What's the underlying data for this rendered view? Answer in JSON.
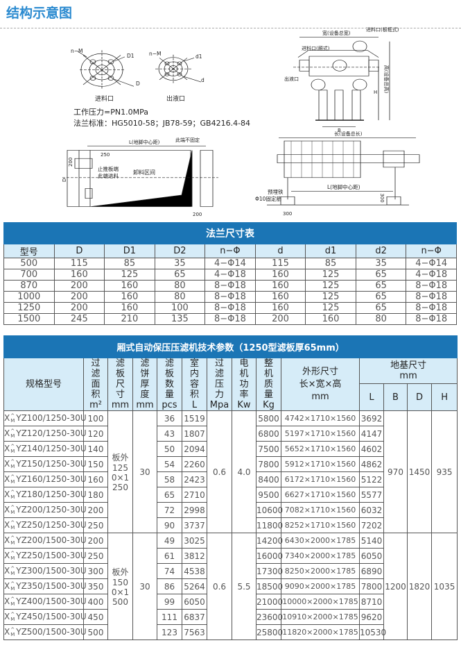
{
  "title": "结构示意图",
  "diagram": {
    "flange_in": {
      "label": "进料口",
      "nm": "n−M",
      "d1": "D1",
      "d": "D"
    },
    "flange_out": {
      "label": "出液口",
      "nm": "n−M",
      "d1": "d1",
      "d": "d"
    },
    "pressure": "工作压力=PN1.0MPa",
    "standard": "法兰标准：HG5010-58；JB78-59；GB4216.4-84",
    "side": {
      "width": "宽(设备总宽)",
      "inlet_frame": "进料口(板框式)",
      "inlet_plate": "进料口(厢式)",
      "outlet": "出液口",
      "height": "高(设备总高)",
      "h": "H",
      "b": "B"
    },
    "plan": {
      "l": "L(地脚中心距)",
      "not_fixed": "此端不固定",
      "d250": "250",
      "d200": "200",
      "d200b": "200",
      "dD": "D",
      "stop": "止推板端",
      "feed": "此端进料",
      "unload": "卸料区间"
    },
    "front": {
      "length": "长(设备总长)",
      "l": "L(地脚中心距)",
      "bolt": "预埋铁",
      "anchor": "Φ10固定筋",
      "d300": "300",
      "d300b": "300"
    }
  },
  "flange_table": {
    "caption": "法兰尺寸表",
    "headers": [
      "型号",
      "D",
      "D1",
      "D2",
      "n−Φ",
      "d",
      "d1",
      "d2",
      "n−Φ"
    ],
    "rows": [
      [
        "500",
        "115",
        "85",
        "35",
        "4−Φ14",
        "115",
        "85",
        "35",
        "4−Φ14"
      ],
      [
        "700",
        "160",
        "125",
        "65",
        "4−Φ18",
        "160",
        "125",
        "65",
        "4−Φ18"
      ],
      [
        "870",
        "200",
        "160",
        "80",
        "8−Φ18",
        "160",
        "125",
        "65",
        "8−Φ18"
      ],
      [
        "1000",
        "200",
        "160",
        "80",
        "8−Φ18",
        "160",
        "125",
        "65",
        "8−Φ18"
      ],
      [
        "1250",
        "200",
        "160",
        "100",
        "8−Φ18",
        "160",
        "125",
        "65",
        "8−Φ18"
      ],
      [
        "1500",
        "245",
        "210",
        "135",
        "8−Φ18",
        "200",
        "160",
        "80",
        "8−Φ18"
      ]
    ]
  },
  "spec_table": {
    "caption": "厢式自动保压压滤机技术参数（1250型滤板厚65mm）",
    "headers": {
      "model": "规格型号",
      "area": "过滤面积",
      "area_u": "m²",
      "plate": "滤板尺寸",
      "plate_u": "mm",
      "cake": "滤饼厚度",
      "cake_u": "mm",
      "count": "滤板数量",
      "count_u": "pcs",
      "vol": "室内容积",
      "vol_u": "L",
      "press": "过滤压力",
      "press_u": "Mpa",
      "power": "电机功率",
      "power_u": "Kw",
      "mass": "整机质量",
      "mass_u": "Kg",
      "dims": "外形尺寸",
      "dims2": "长×宽×高",
      "dims_u": "mm",
      "base": "地基尺寸",
      "base_u": "mm",
      "L": "L",
      "B": "B",
      "D": "D",
      "H": "H"
    },
    "model_prefix": {
      "x": "X",
      "sup": "^",
      "sub": "M"
    },
    "groups": [
      {
        "plate": "板外1250×1250",
        "cake": "30",
        "press": "0.6",
        "power": "4.0",
        "B": "970",
        "D": "1450",
        "H": "935",
        "rows": [
          [
            "YZ100/1250-30U",
            "100",
            "36",
            "1519",
            "5800",
            "4742×1710×1560",
            "3692"
          ],
          [
            "YZ120/1250-30U",
            "120",
            "43",
            "1807",
            "6800",
            "5197×1710×1560",
            "4147"
          ],
          [
            "YZ140/1250-30U",
            "140",
            "50",
            "2094",
            "7500",
            "5652×1710×1560",
            "4602"
          ],
          [
            "YZ150/1250-30U",
            "150",
            "54",
            "2260",
            "7800",
            "5912×1710×1560",
            "4862"
          ],
          [
            "YZ160/1250-30U",
            "160",
            "58",
            "2423",
            "8400",
            "6172×1710×1560",
            "5122"
          ],
          [
            "YZ180/1250-30U",
            "180",
            "65",
            "2710",
            "9500",
            "6627×1710×1560",
            "5577"
          ],
          [
            "YZ200/1250-30U",
            "200",
            "72",
            "2998",
            "10600",
            "7082×1710×1560",
            "6032"
          ],
          [
            "YZ250/1250-30U",
            "250",
            "90",
            "3737",
            "11800",
            "8252×1710×1560",
            "7202"
          ]
        ]
      },
      {
        "plate": "板外1500×1500",
        "cake": "30",
        "press": "0.6",
        "power": "5.5",
        "B": "1200",
        "D": "1820",
        "H": "1035",
        "rows": [
          [
            "YZ200/1500-30U",
            "200",
            "49",
            "3025",
            "14200",
            "6430×2000×1785",
            "5140"
          ],
          [
            "YZ250/1500-30U",
            "250",
            "61",
            "3812",
            "16000",
            "7340×2000×1785",
            "6050"
          ],
          [
            "YZ300/1500-30U",
            "300",
            "74",
            "4538",
            "17300",
            "8250×2000×1785",
            "6890"
          ],
          [
            "YZ350/1500-30U",
            "350",
            "86",
            "5264",
            "18500",
            "9090×2000×1785",
            "7800"
          ],
          [
            "YZ400/1500-30U",
            "400",
            "99",
            "6050",
            "21000",
            "10000×2000×1785",
            "8710"
          ],
          [
            "YZ450/1500-30U",
            "450",
            "111",
            "6837",
            "23600",
            "10910×2000×1785",
            "9620"
          ],
          [
            "YZ500/1500-30U",
            "500",
            "123",
            "7563",
            "25800",
            "11820×2000×1785",
            "10530"
          ]
        ]
      }
    ]
  }
}
